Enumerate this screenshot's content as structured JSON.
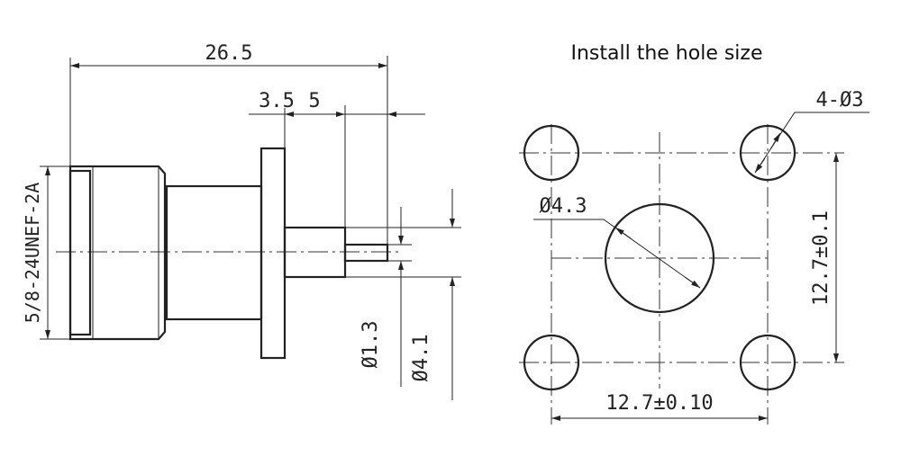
{
  "title": "Install the hole size",
  "side_view": {
    "overall_length": "26.5",
    "flange_to_pin_label": "3.5",
    "pin_length_label": "5",
    "thread_spec": "5/8-24UNEF-2A",
    "pin_diameter": "Ø1.3",
    "insulator_diameter": "Ø4.1"
  },
  "hole_pattern": {
    "mount_holes": "4-Ø3",
    "center_hole": "Ø4.3",
    "vertical_spacing": "12.7±0.1",
    "horizontal_spacing": "12.7±0.10"
  }
}
